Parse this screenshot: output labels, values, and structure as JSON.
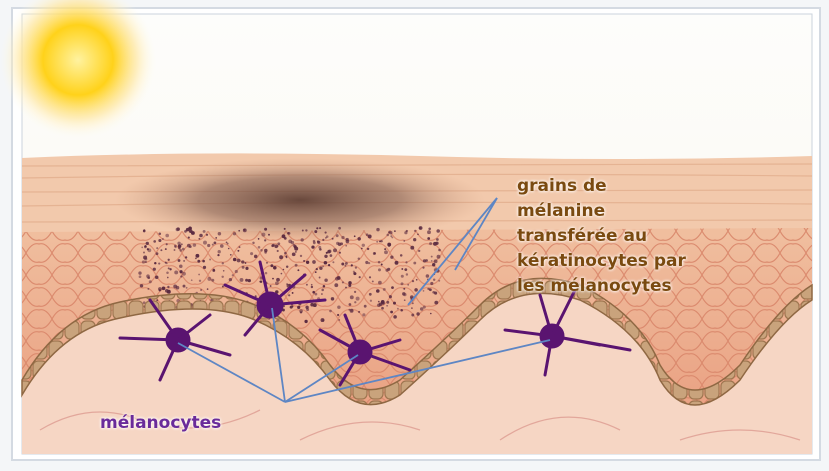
{
  "labels": {
    "melanin_lines": [
      "grains de",
      "mélanine",
      "transférée au",
      "kératinocytes par",
      "les mélanocytes"
    ],
    "melanocytes": "mélanocytes"
  },
  "colors": {
    "melanin_label": "#7a4a10",
    "melanocyte_label": "#6a2b9a",
    "melanocyte_cells": "#5a1470",
    "pointer_lines": "#5e86c4",
    "skin": "#ecae90",
    "basal_layer": "#b98f6a",
    "sun": "#ffd21a"
  }
}
